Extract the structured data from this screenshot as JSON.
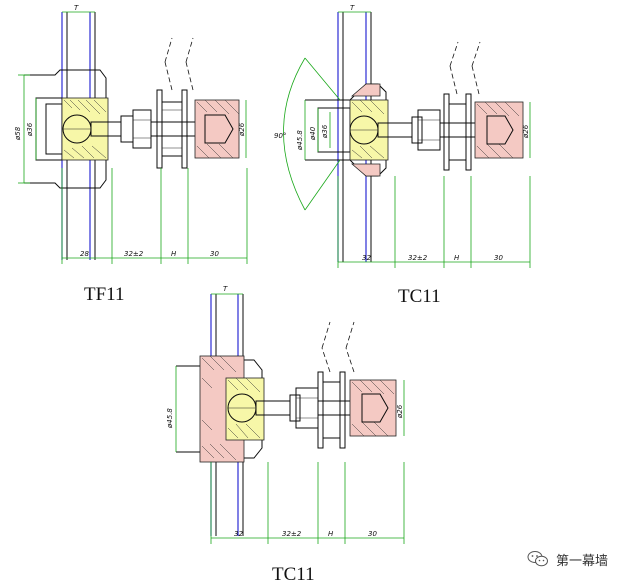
{
  "titles": {
    "tf11": "TF11",
    "tc11_right": "TC11",
    "tc11_bottom": "TC11"
  },
  "dims": {
    "a": {
      "top": "T",
      "d_outer": "ø58",
      "d_inner": "ø36",
      "d_nut": "ø26",
      "bottom": [
        "28",
        "32±2",
        "H",
        "30"
      ]
    },
    "b": {
      "top": "T",
      "angle": "90°",
      "d_45": "ø45.8",
      "d_40": "ø40",
      "d_36": "ø36",
      "d_nut": "ø26",
      "bottom": [
        "32",
        "32±2",
        "H",
        "30"
      ]
    },
    "c": {
      "top": "T",
      "d_45": "ø45.8",
      "d_nut": "ø26",
      "bottom": [
        "32",
        "32±2",
        "H",
        "30"
      ]
    }
  },
  "watermark": {
    "icon": "wechat-icon",
    "text": "第一幕墙"
  }
}
